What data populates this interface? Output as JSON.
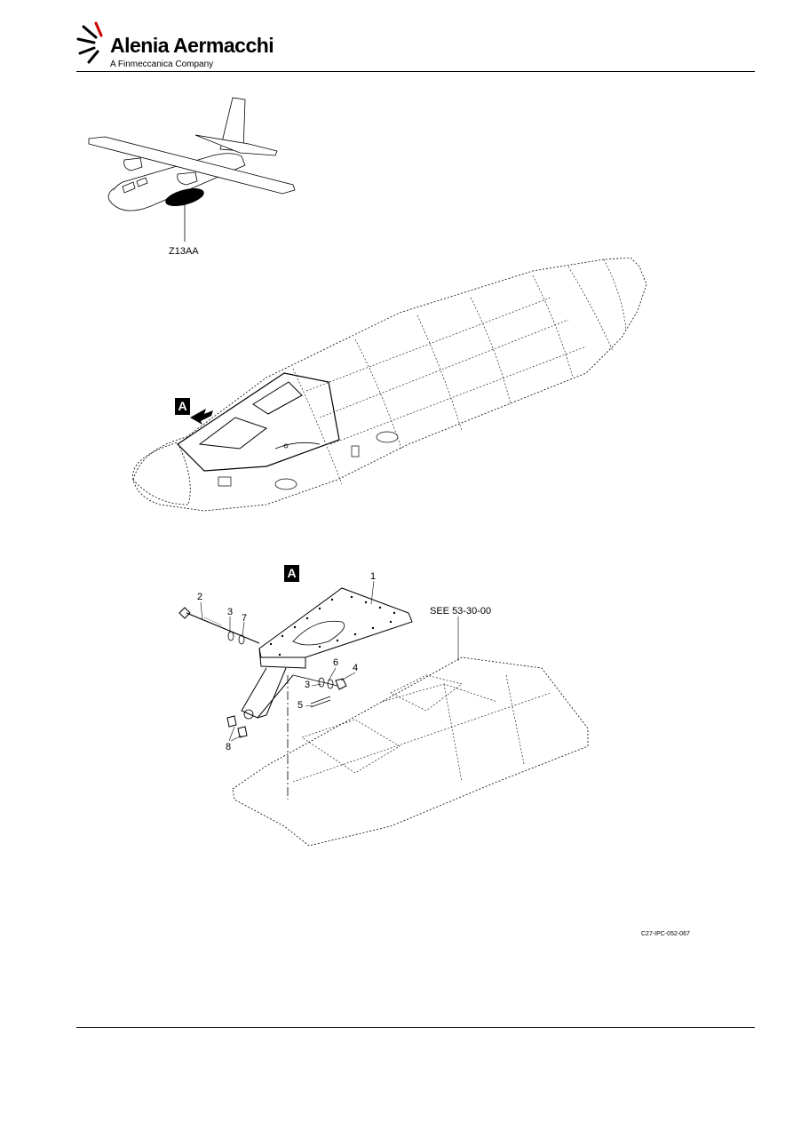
{
  "header": {
    "brand_name": "Alenia Aermacchi",
    "brand_sub": "A Finmeccanica Company"
  },
  "figure": {
    "zone_label": "Z13AA",
    "view_label_top": "A",
    "view_label_detail": "A",
    "see_reference": "SEE 53-30-00",
    "callouts": [
      "1",
      "2",
      "3",
      "7",
      "6",
      "4",
      "3",
      "5",
      "8"
    ],
    "figure_ref": "C27-IPC-052-067"
  }
}
